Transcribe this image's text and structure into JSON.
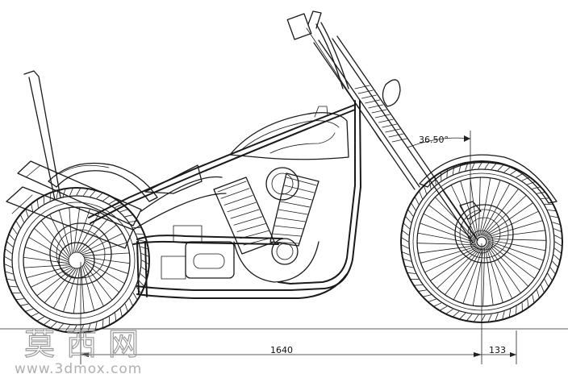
{
  "dimensions": {
    "wheelbase_label": "1640",
    "trail_label": "133",
    "rake_angle_label": "36.50°"
  },
  "watermark": {
    "chinese_text": "莫西网",
    "url_text": "www.3dmox.com"
  },
  "colors": {
    "line": "#1a1a1a",
    "watermark": "#9a9a9a",
    "background": "#ffffff"
  }
}
